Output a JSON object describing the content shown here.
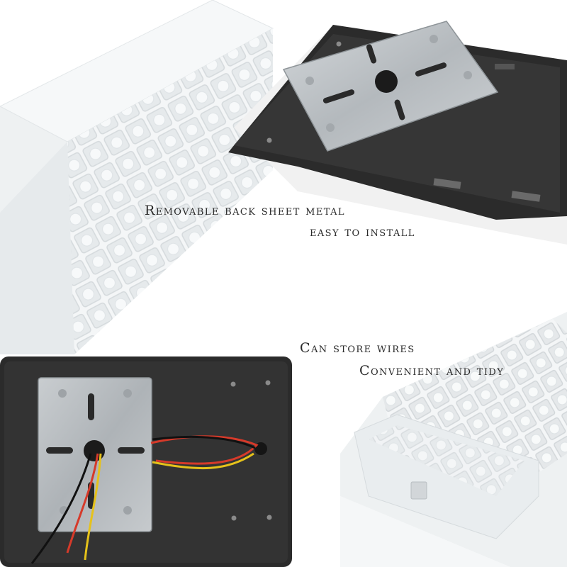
{
  "captions": {
    "line1": "Removable back sheet metal",
    "line2": "easy to install",
    "line3": "Can store wires",
    "line4": "Convenient and tidy"
  },
  "colors": {
    "housing_black": "#2b2b2b",
    "sheet_metal": "#bfc3c6",
    "translucent_body": "#eef1f2",
    "wire_red": "#d63a2a",
    "wire_yellow": "#e6c21a",
    "wire_black": "#111111"
  }
}
